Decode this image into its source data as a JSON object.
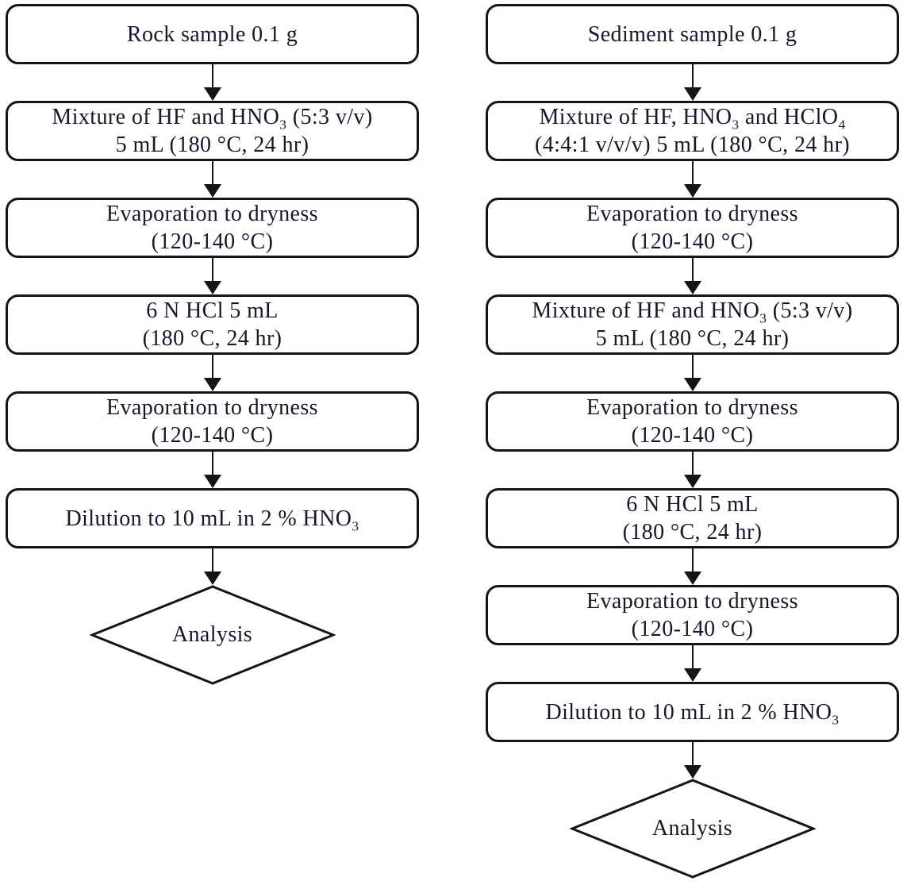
{
  "flowchart": {
    "colors": {
      "stroke": "#151515",
      "fill": "#ffffff",
      "text": "#17172c"
    },
    "columns": [
      {
        "id": "rock-procedure",
        "nodes": [
          {
            "type": "box",
            "lines": [
              "Rock sample 0.1 g"
            ]
          },
          {
            "type": "box",
            "lines": [
              "Mixture of HF and HNO{3} (5:3 v/v)",
              "5 mL (180 °C, 24 hr)"
            ]
          },
          {
            "type": "box",
            "lines": [
              "Evaporation to dryness",
              "(120-140 °C)"
            ]
          },
          {
            "type": "box",
            "lines": [
              "6 N HCl 5 mL",
              "(180 °C, 24 hr)"
            ]
          },
          {
            "type": "box",
            "lines": [
              "Evaporation to dryness",
              "(120-140 °C)"
            ]
          },
          {
            "type": "box",
            "lines": [
              "Dilution to 10 mL in 2 % HNO{3}"
            ]
          },
          {
            "type": "diamond",
            "lines": [
              "Analysis"
            ]
          }
        ]
      },
      {
        "id": "sediment-procedure",
        "nodes": [
          {
            "type": "box",
            "lines": [
              "Sediment sample 0.1 g"
            ]
          },
          {
            "type": "box",
            "lines": [
              "Mixture of HF, HNO{3} and HClO{4}",
              "(4:4:1 v/v/v) 5 mL (180 °C, 24 hr)"
            ]
          },
          {
            "type": "box",
            "lines": [
              "Evaporation to dryness",
              "(120-140 °C)"
            ]
          },
          {
            "type": "box",
            "lines": [
              "Mixture of HF and HNO{3} (5:3 v/v)",
              "5 mL (180 °C, 24 hr)"
            ]
          },
          {
            "type": "box",
            "lines": [
              "Evaporation to dryness",
              "(120-140 °C)"
            ]
          },
          {
            "type": "box",
            "lines": [
              "6 N HCl 5 mL",
              "(180 °C, 24 hr)"
            ]
          },
          {
            "type": "box",
            "lines": [
              "Evaporation to dryness",
              "(120-140 °C)"
            ]
          },
          {
            "type": "box",
            "lines": [
              "Dilution to 10 mL in 2 % HNO{3}"
            ]
          },
          {
            "type": "diamond",
            "lines": [
              "Analysis"
            ]
          }
        ]
      }
    ]
  }
}
